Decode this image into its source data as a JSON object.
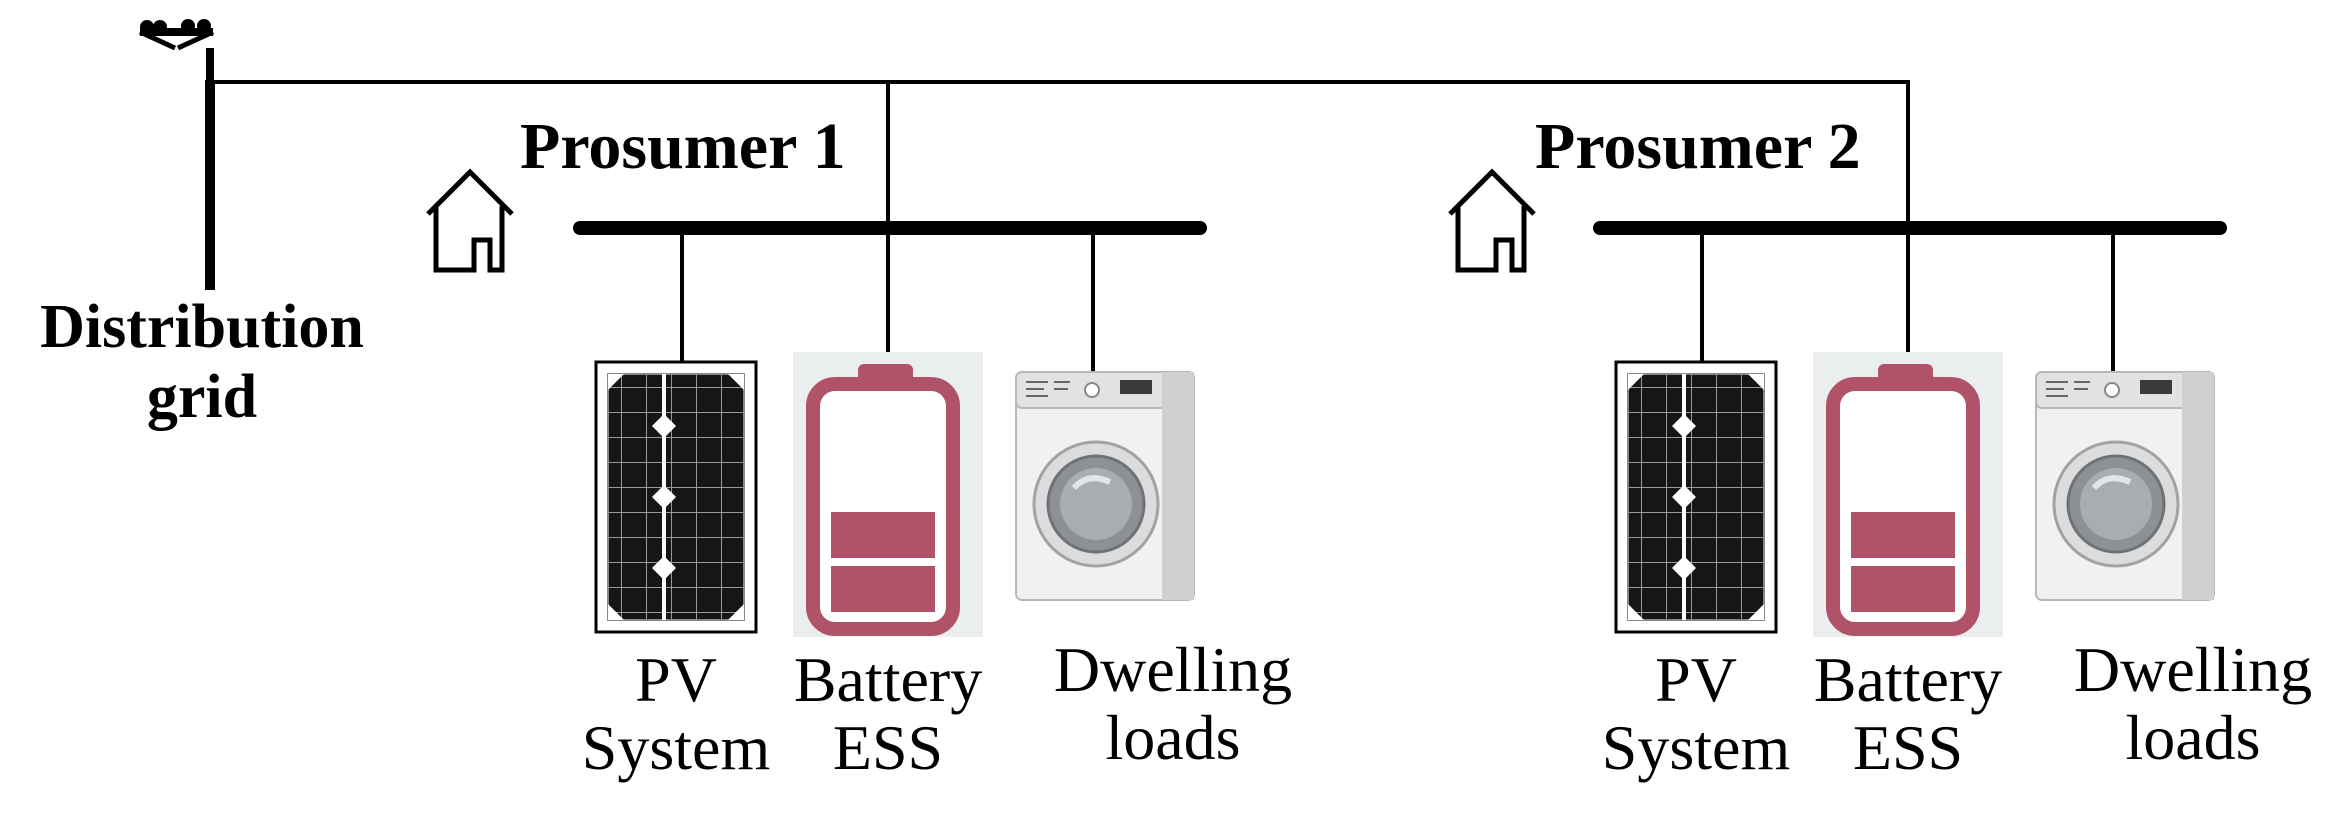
{
  "grid": {
    "line1": "Distribution",
    "line2": "grid"
  },
  "prosumers": [
    {
      "title": "Prosumer 1",
      "components": [
        {
          "line1": "PV",
          "line2": "System"
        },
        {
          "line1": "Battery",
          "line2": "ESS"
        },
        {
          "line1": "Dwelling",
          "line2": "loads"
        }
      ]
    },
    {
      "title": "Prosumer 2",
      "components": [
        {
          "line1": "PV",
          "line2": "System"
        },
        {
          "line1": "Battery",
          "line2": "ESS"
        },
        {
          "line1": "Dwelling",
          "line2": "loads"
        }
      ]
    }
  ],
  "colors": {
    "line": "#000000",
    "battery": "#b05369",
    "battery_bg": "#ebeeee",
    "panel": "#111111",
    "washer_body": "#f1f1f1",
    "washer_drum": "#8d9196"
  }
}
